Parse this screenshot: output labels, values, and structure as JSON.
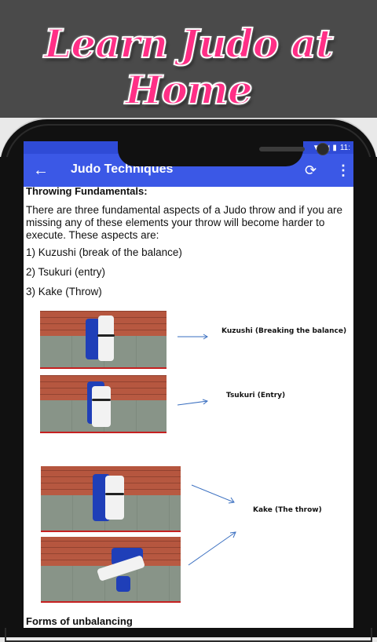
{
  "banner": {
    "title": "Learn Judo at Home",
    "accent": "#ff2f86"
  },
  "status": {
    "time": "11:"
  },
  "appbar": {
    "title": "Judo Techniques",
    "back_icon": "arrow-back-icon",
    "refresh_icon": "refresh-icon",
    "menu_icon": "more-vert-icon",
    "color": "#3b58e6"
  },
  "content": {
    "heading": "Throwing Fundamentals:",
    "intro": "There are three fundamental aspects of a Judo throw and if you are missing any of these elements your throw will become harder to execute. These aspects are:",
    "aspects": [
      "1) Kuzushi (break of the balance)",
      "2) Tsukuri (entry)",
      "3) Kake (Throw)"
    ],
    "captions": {
      "kuzushi": "Kuzushi (Breaking the balance)",
      "tsukuri": "Tsukuri (Entry)",
      "kake": "Kake (The throw)"
    },
    "next_heading": "Forms of unbalancing"
  }
}
